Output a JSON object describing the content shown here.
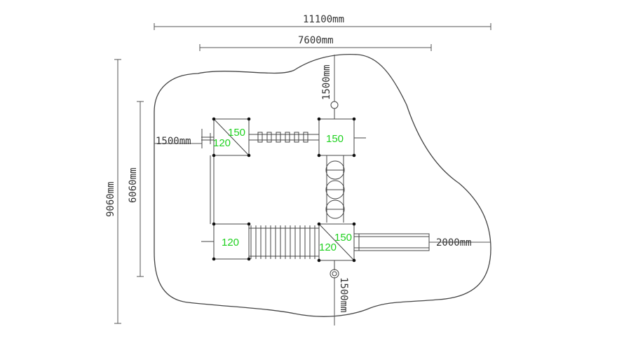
{
  "colors": {
    "line": "#444444",
    "dim_line": "#555555",
    "deck_label": "#1fd11f",
    "background": "#ffffff"
  },
  "dimensions": {
    "overall_width": "11100mm",
    "structure_width": "7600mm",
    "overall_depth": "9060mm",
    "structure_depth": "6060mm",
    "top_clearance": "1500mm",
    "left_clearance": "1500mm",
    "slide_clearance": "2000mm",
    "bottom_clearance": "1500mm"
  },
  "decks": {
    "top_left_a": "150",
    "top_left_b": "120",
    "top_right": "150",
    "bottom_left": "120",
    "bottom_right_a": "150",
    "bottom_right_b": "120"
  }
}
